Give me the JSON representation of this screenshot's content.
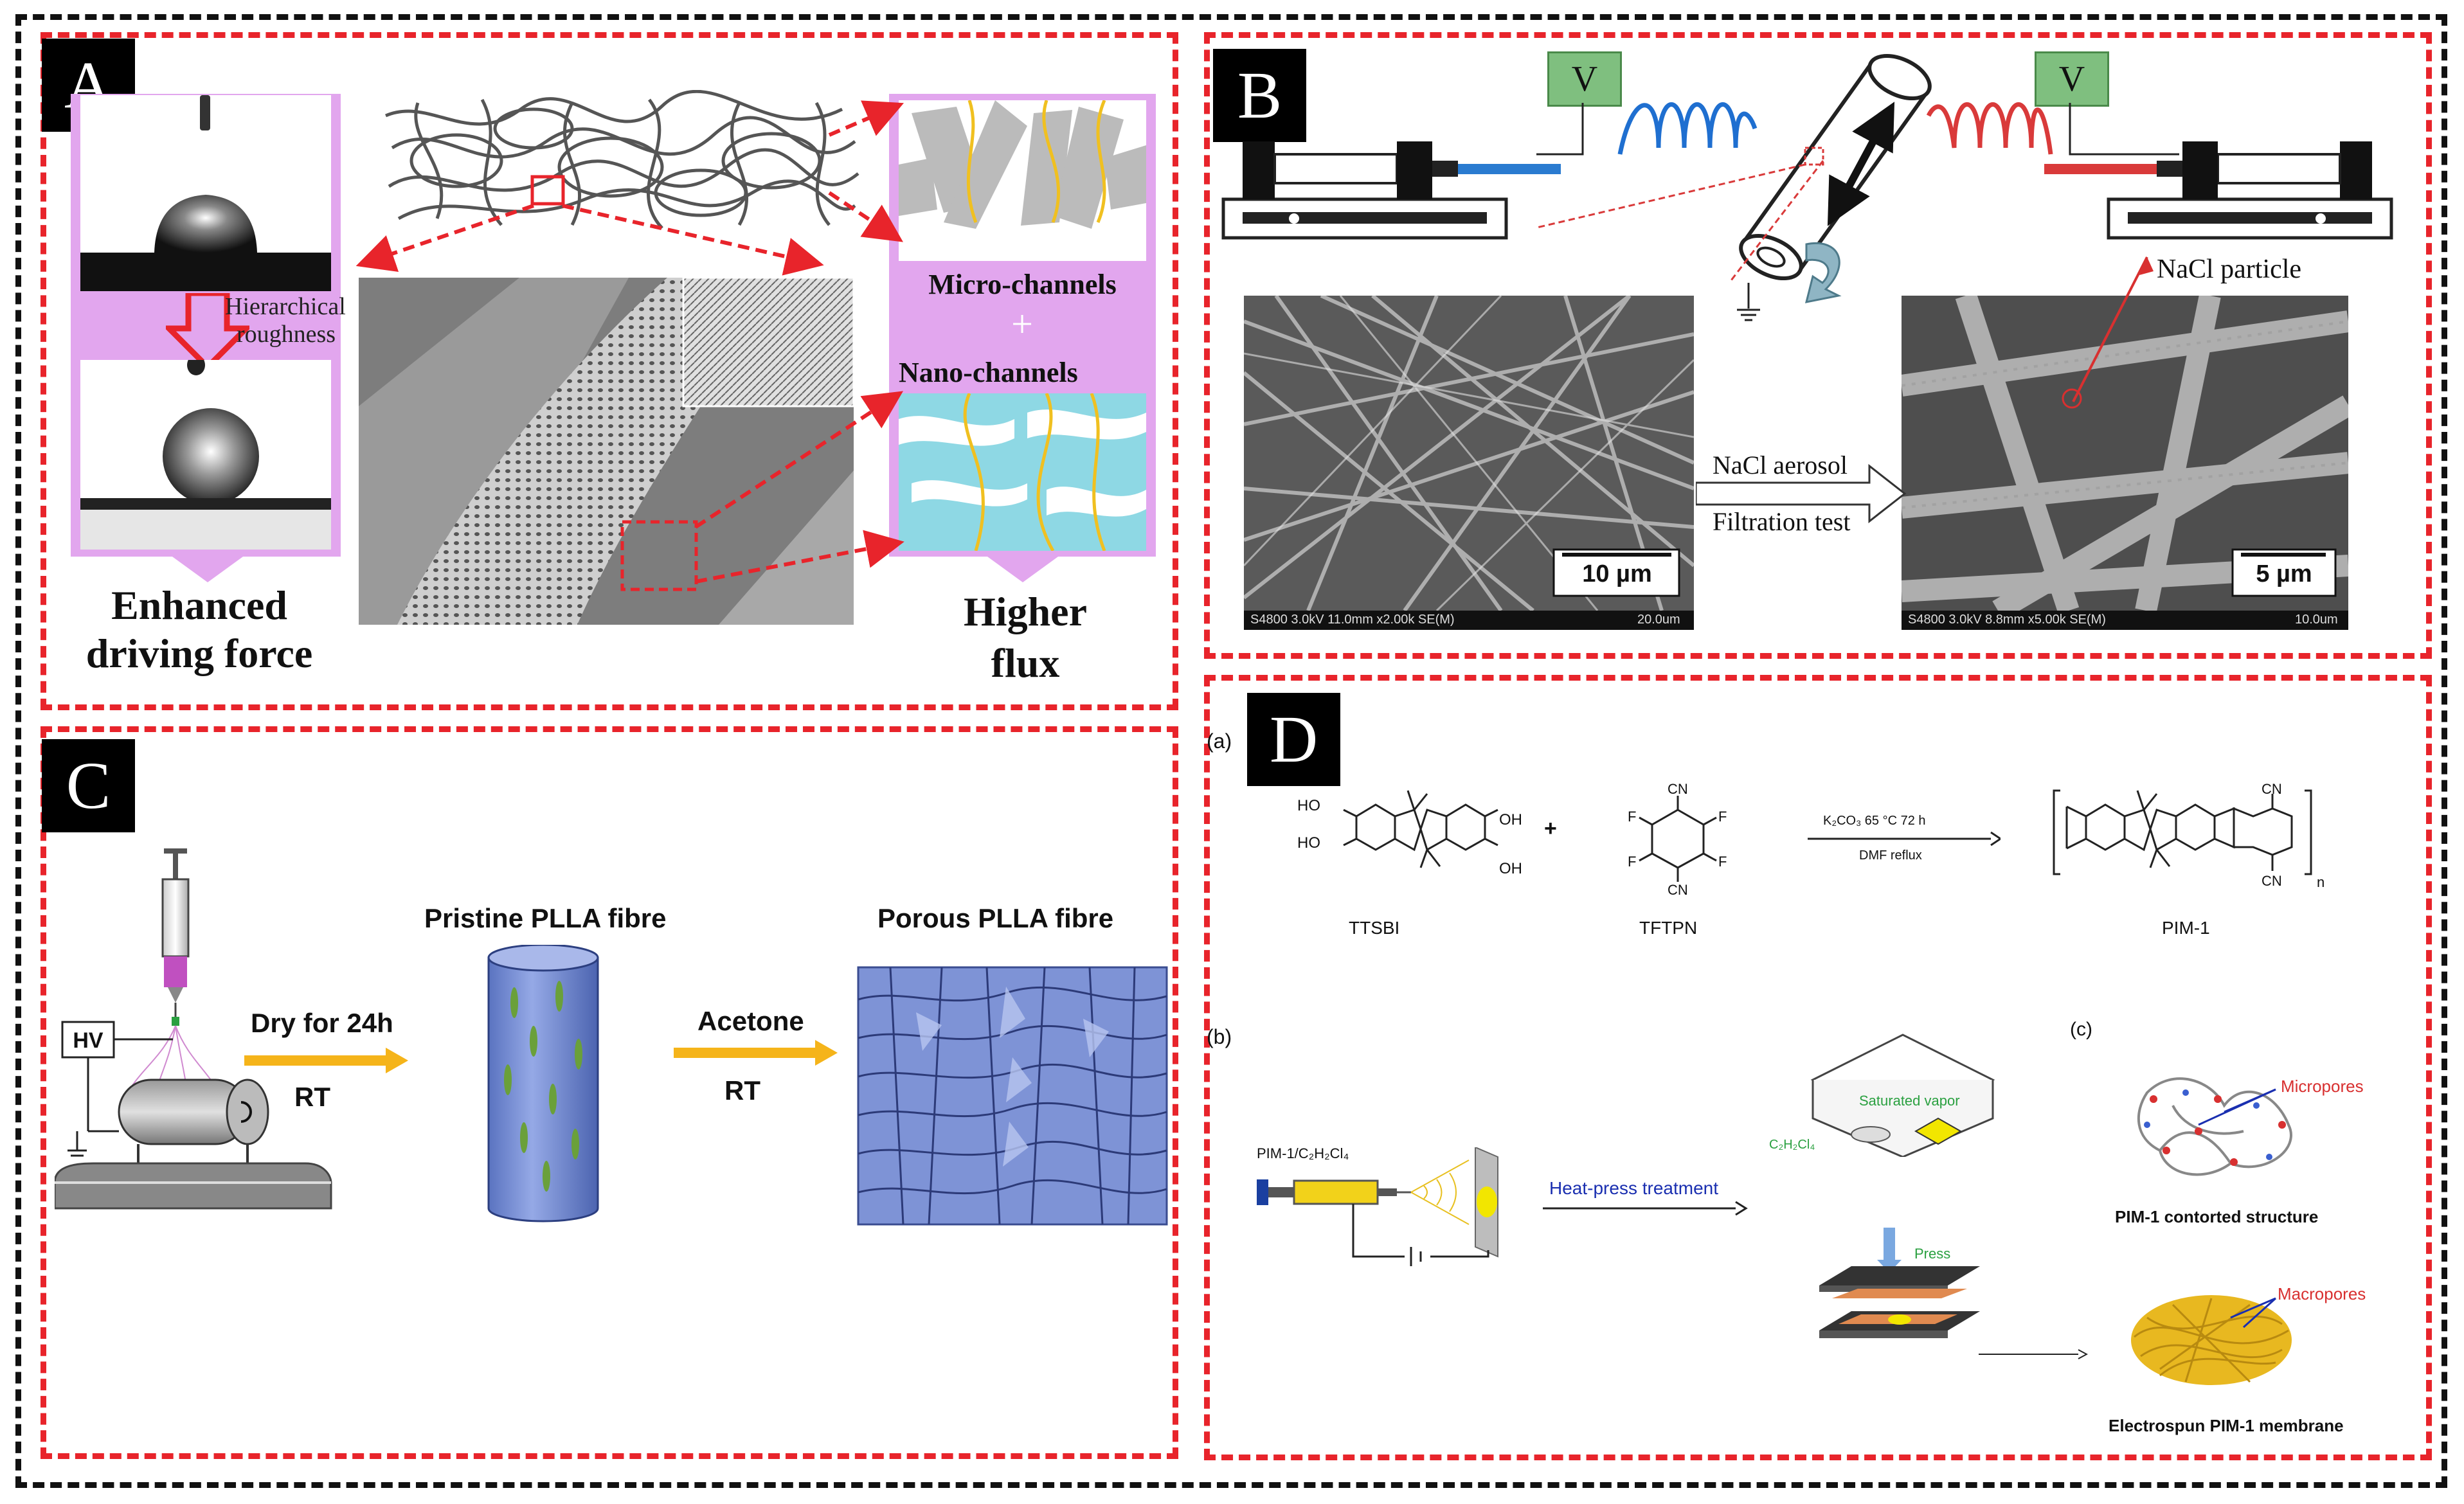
{
  "panels": {
    "A": {
      "letter": "A",
      "hierarchical": "Hierarchical",
      "roughness": "roughness",
      "micro_channels": "Micro-channels",
      "plus": "+",
      "nano_channels": "Nano-channels",
      "enhanced_1": "Enhanced",
      "enhanced_2": "driving force",
      "higher_1": "Higher",
      "higher_2": "flux"
    },
    "B": {
      "letter": "B",
      "voltage_left": "V",
      "voltage_right": "V",
      "nacl_particle": "NaCl particle",
      "nacl_aerosol": "NaCl aerosol",
      "filtration_test": "Filtration test",
      "scale_left": "10 µm",
      "scale_right": "5 µm",
      "sem_left_footer_a": "S4800 3.0kV 11.0mm x2.00k SE(M)",
      "sem_left_footer_b": "20.0um",
      "sem_right_footer_a": "S4800 3.0kV 8.8mm x5.00k SE(M)",
      "sem_right_footer_b": "10.0um"
    },
    "C": {
      "letter": "C",
      "hv": "HV",
      "dry": "Dry for 24h",
      "rt1": "RT",
      "pristine": "Pristine PLLA fibre",
      "acetone": "Acetone",
      "rt2": "RT",
      "porous": "Porous PLLA fibre"
    },
    "D": {
      "letter": "D",
      "sub_a": "(a)",
      "sub_b": "(b)",
      "sub_c": "(c)",
      "ttsbi": "TTSBI",
      "tftpn": "TFTPN",
      "pim1": "PIM-1",
      "reagents": "K₂CO₃   65 °C   72 h",
      "solvent": "DMF  reflux",
      "plus": "+",
      "solution": "PIM-1/C₂H₂Cl₄",
      "heat_press": "Heat-press treatment",
      "saturated": "Saturated vapor",
      "c2h2cl4": "C₂H₂Cl₄",
      "press": "Press",
      "micropores": "Micropores",
      "contorted": "PIM-1 contorted structure",
      "macropores": "Macropores",
      "membrane": "Electrospun PIM-1 membrane",
      "ho": "HO",
      "oh": "OH",
      "f": "F",
      "cn": "CN",
      "n": "n"
    }
  },
  "colors": {
    "frame_red": "#e8242b",
    "frame_black": "#111111",
    "lavender": "#e2a6ee",
    "arrow_orange": "#f5b41a",
    "fibre_blue": "#7e93d6",
    "water_cyan": "#8ed8e4",
    "channel_yellow": "#f0c020",
    "voltage_green": "#7fbf7f",
    "coil_blue": "#1f6fd0",
    "coil_red": "#d93a3a",
    "heat_press_text": "#1a2fb0",
    "label_red": "#d83030",
    "label_green": "#2aa040"
  }
}
